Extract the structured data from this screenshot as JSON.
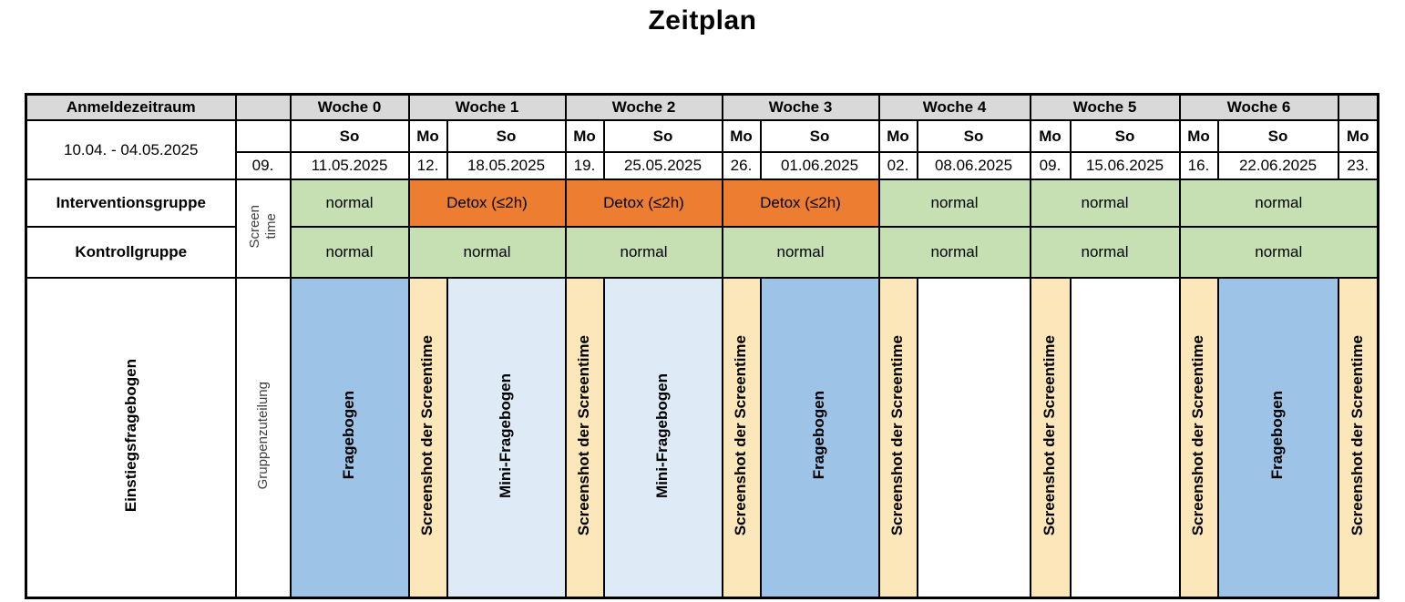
{
  "title": "Zeitplan",
  "colors": {
    "header_gray": "#d9d9d9",
    "normal_green": "#c6e0b4",
    "detox_orange": "#ed7d31",
    "fragebogen_blue": "#9dc3e6",
    "mini_fragebogen_light_blue": "#deebf7",
    "screenshot_yellow": "#fbe7ba",
    "border": "#000000"
  },
  "table": {
    "anmeldezeitraum": {
      "label": "Anmeldezeitraum",
      "period": "10.04. - 04.05.2025",
      "pre_monday": "09."
    },
    "weeks": [
      "Woche 0",
      "Woche 1",
      "Woche 2",
      "Woche 3",
      "Woche 4",
      "Woche 5",
      "Woche 6"
    ],
    "day_labels": {
      "sunday": "So",
      "monday": "Mo"
    },
    "sunday_dates": [
      "11.05.2025",
      "18.05.2025",
      "25.05.2025",
      "01.06.2025",
      "08.06.2025",
      "15.06.2025",
      "22.06.2025"
    ],
    "monday_dates": [
      "12.",
      "19.",
      "26.",
      "02.",
      "09.",
      "16.",
      "23."
    ],
    "screen_time_label": "Screen\ntime",
    "intervention": {
      "label": "Interventionsgruppe",
      "week_values": [
        "normal",
        "Detox (≤2h)",
        "Detox (≤2h)",
        "Detox (≤2h)",
        "normal",
        "normal",
        "normal"
      ]
    },
    "control": {
      "label": "Kontrollgruppe",
      "week_values": [
        "normal",
        "normal",
        "normal",
        "normal",
        "normal",
        "normal",
        "normal"
      ]
    },
    "bottom_row": {
      "einstieg": "Einstiegsfragebogen",
      "gruppenzuteilung": "Gruppenzuteilung",
      "cells": [
        {
          "label": "Fragebogen",
          "style": "fragebogen"
        },
        {
          "label": "Screenshot der Screentime",
          "style": "screenshot"
        },
        {
          "label": "Mini-Fragebogen",
          "style": "mini"
        },
        {
          "label": "Screenshot der Screentime",
          "style": "screenshot"
        },
        {
          "label": "Mini-Fragebogen",
          "style": "mini"
        },
        {
          "label": "Screenshot der Screentime",
          "style": "screenshot"
        },
        {
          "label": "Fragebogen",
          "style": "fragebogen"
        },
        {
          "label": "Screenshot der Screentime",
          "style": "screenshot"
        },
        {
          "label": "",
          "style": "empty"
        },
        {
          "label": "Screenshot der Screentime",
          "style": "screenshot"
        },
        {
          "label": "",
          "style": "empty"
        },
        {
          "label": "Screenshot der Screentime",
          "style": "screenshot"
        },
        {
          "label": "Fragebogen",
          "style": "fragebogen"
        },
        {
          "label": "Screenshot der Screentime",
          "style": "screenshot"
        }
      ]
    }
  }
}
